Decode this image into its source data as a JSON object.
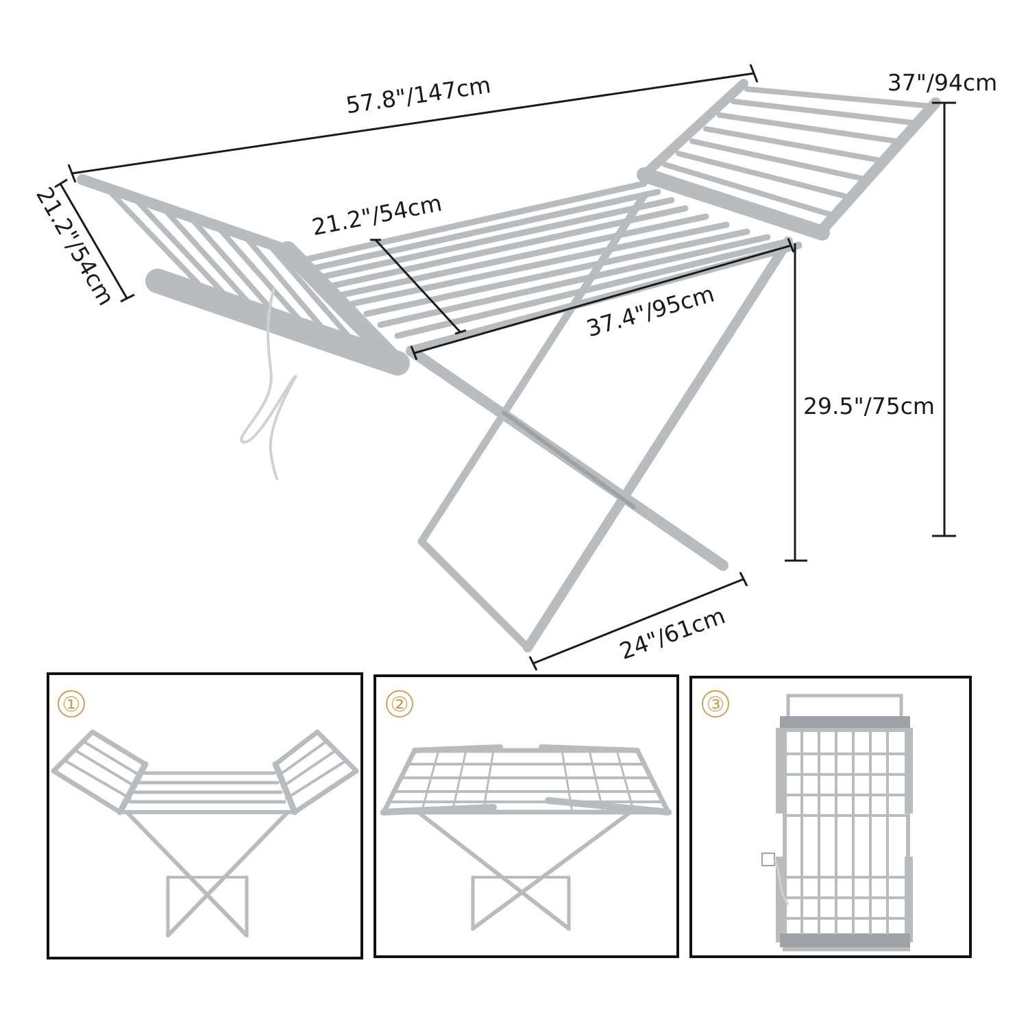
{
  "dimensions": {
    "total_length": "57.8\"/147cm",
    "wing_height": "37\"/94cm",
    "wing_width": "21.2\"/54cm",
    "shelf_depth": "21.2\"/54cm",
    "shelf_length": "37.4\"/95cm",
    "rack_height": "29.5\"/75cm",
    "base_width": "24\"/61cm"
  },
  "panels": [
    {
      "badge": "①"
    },
    {
      "badge": "②"
    },
    {
      "badge": "③"
    }
  ],
  "colors": {
    "rail": "#b9bcbf",
    "rail_dark": "#9ea2a6",
    "dimension_line": "#1a1a1a",
    "badge": "#c9a25a",
    "frame": "#111111"
  }
}
